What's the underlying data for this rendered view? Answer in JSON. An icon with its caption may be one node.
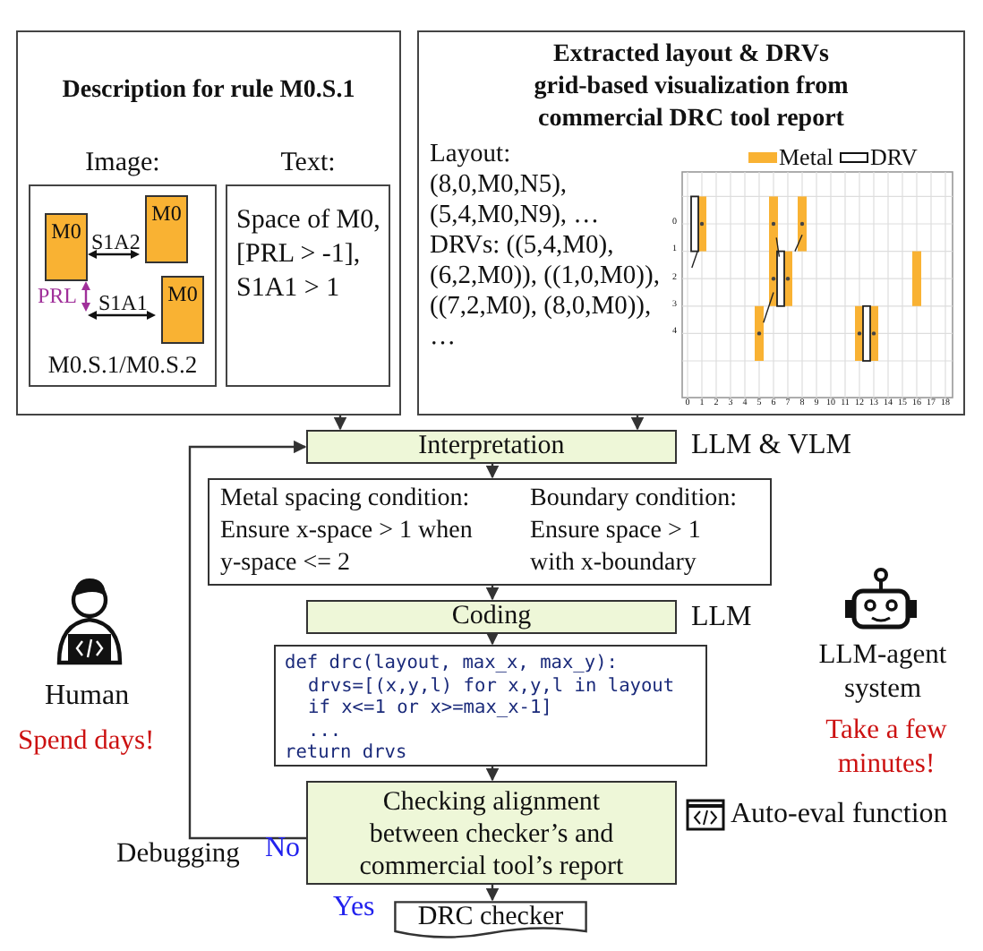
{
  "diagram": {
    "nodes": [
      {
        "text": [
          "Description for rule M0.S.1"
        ]
      },
      {
        "text": [
          "Image:",
          "M0.S.1/M0.S.2"
        ],
        "in": 0
      },
      {
        "text": [
          "M0"
        ],
        "in": 1
      },
      {
        "text": [
          "M0"
        ],
        "in": 1
      },
      {
        "text": [
          "M0"
        ],
        "in": 1
      },
      {
        "text": [
          "Text:",
          "Space of M0, [PRL > -1], S1A1 > 1"
        ],
        "in": 0
      },
      {
        "text": [
          "Extracted layout & DRVs grid-based visualization from commercial DRC tool report",
          "Layout: (8,0,M0,N5), (5,4,M0,N9), …",
          "DRVs: ((5,4,M0), (6,2,M0)), ((1,0,M0)), ((7,2,M0), (8,0,M0)), …"
        ]
      },
      {
        "text": [
          "Interpretation"
        ],
        "beside": [
          "LLM & VLM"
        ]
      },
      {
        "text": [
          "Metal spacing condition: Ensure x-space > 1 when y-space <= 2",
          "Boundary condition: Ensure space > 1 with x-boundary"
        ]
      },
      {
        "text": [
          "Coding"
        ],
        "beside": [
          "LLM"
        ]
      },
      {
        "text": [
          "def drc(layout, max_x, max_y):",
          "drvs=[(x,y,l) for x,y,l in layout",
          "if x<=1 or x>=max_x-1]",
          "...",
          "return drvs"
        ]
      },
      {
        "text": [
          "Checking alignment between checker’s and commercial tool’s report"
        ],
        "beside": [
          "Auto-eval function"
        ]
      },
      {
        "text": [
          "DRC checker"
        ]
      }
    ],
    "edges": [
      {
        "from": 0,
        "to": 7,
        "arrow": "to"
      },
      {
        "from": 6,
        "to": 7,
        "arrow": "to"
      },
      {
        "from": 7,
        "to": 8,
        "arrow": "to"
      },
      {
        "from": 8,
        "to": 9,
        "arrow": "to"
      },
      {
        "from": 9,
        "to": 10,
        "arrow": "to"
      },
      {
        "from": 10,
        "to": 11,
        "arrow": "to"
      },
      {
        "from": 11,
        "to": 12,
        "label": "Yes",
        "arrow": "to"
      },
      {
        "from": 11,
        "to": 7,
        "label": "No",
        "arrow": "to"
      }
    ],
    "labels": [
      "S1A2",
      "PRL",
      "S1A1",
      "0",
      "1",
      "2",
      "3",
      "4",
      "0",
      "1",
      "2",
      "3",
      "4",
      "5",
      "6",
      "7",
      "8",
      "9",
      "10",
      "11",
      "12",
      "13",
      "14",
      "15",
      "16",
      "17",
      "18",
      "Human",
      "Spend days!",
      "LLM-agent system",
      "Take a few minutes!",
      "Debugging"
    ],
    "legend": [
      {
        "text": "Metal",
        "color": "#f9b233"
      },
      {
        "text": "DRV"
      }
    ]
  }
}
